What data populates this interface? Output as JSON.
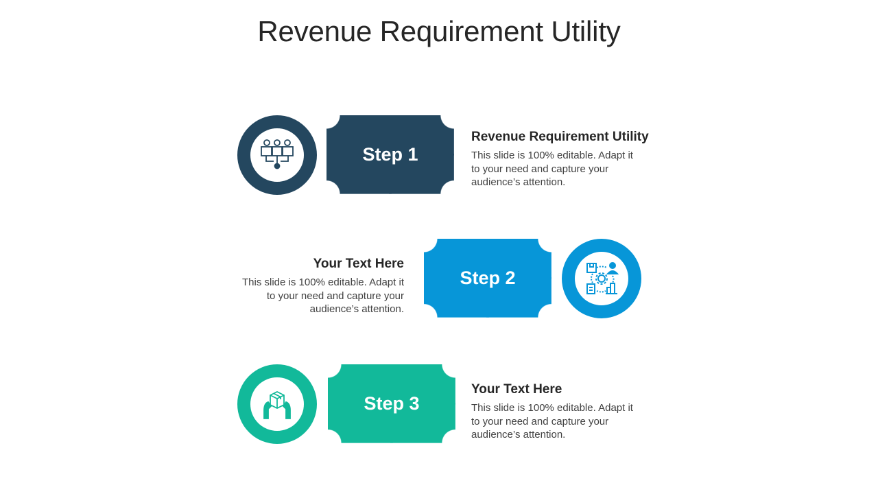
{
  "title": "Revenue Requirement Utility",
  "colors": {
    "step1": "#24475f",
    "step2": "#0796d8",
    "step3": "#12b99a"
  },
  "steps": [
    {
      "label": "Step 1",
      "icon": "team-workflow-gear-icon",
      "heading": "Revenue Requirement Utility",
      "body": "This slide is 100% editable. Adapt it to your need and capture your audience’s attention."
    },
    {
      "label": "Step 2",
      "icon": "business-process-cycle-icon",
      "heading": "Your  Text Here",
      "body": "This slide is 100% editable. Adapt it to your need and capture your audience’s attention."
    },
    {
      "label": "Step 3",
      "icon": "hands-holding-box-icon",
      "heading": "Your  Text Here",
      "body": "This slide is 100% editable. Adapt it to your need and capture your audience’s attention."
    }
  ]
}
